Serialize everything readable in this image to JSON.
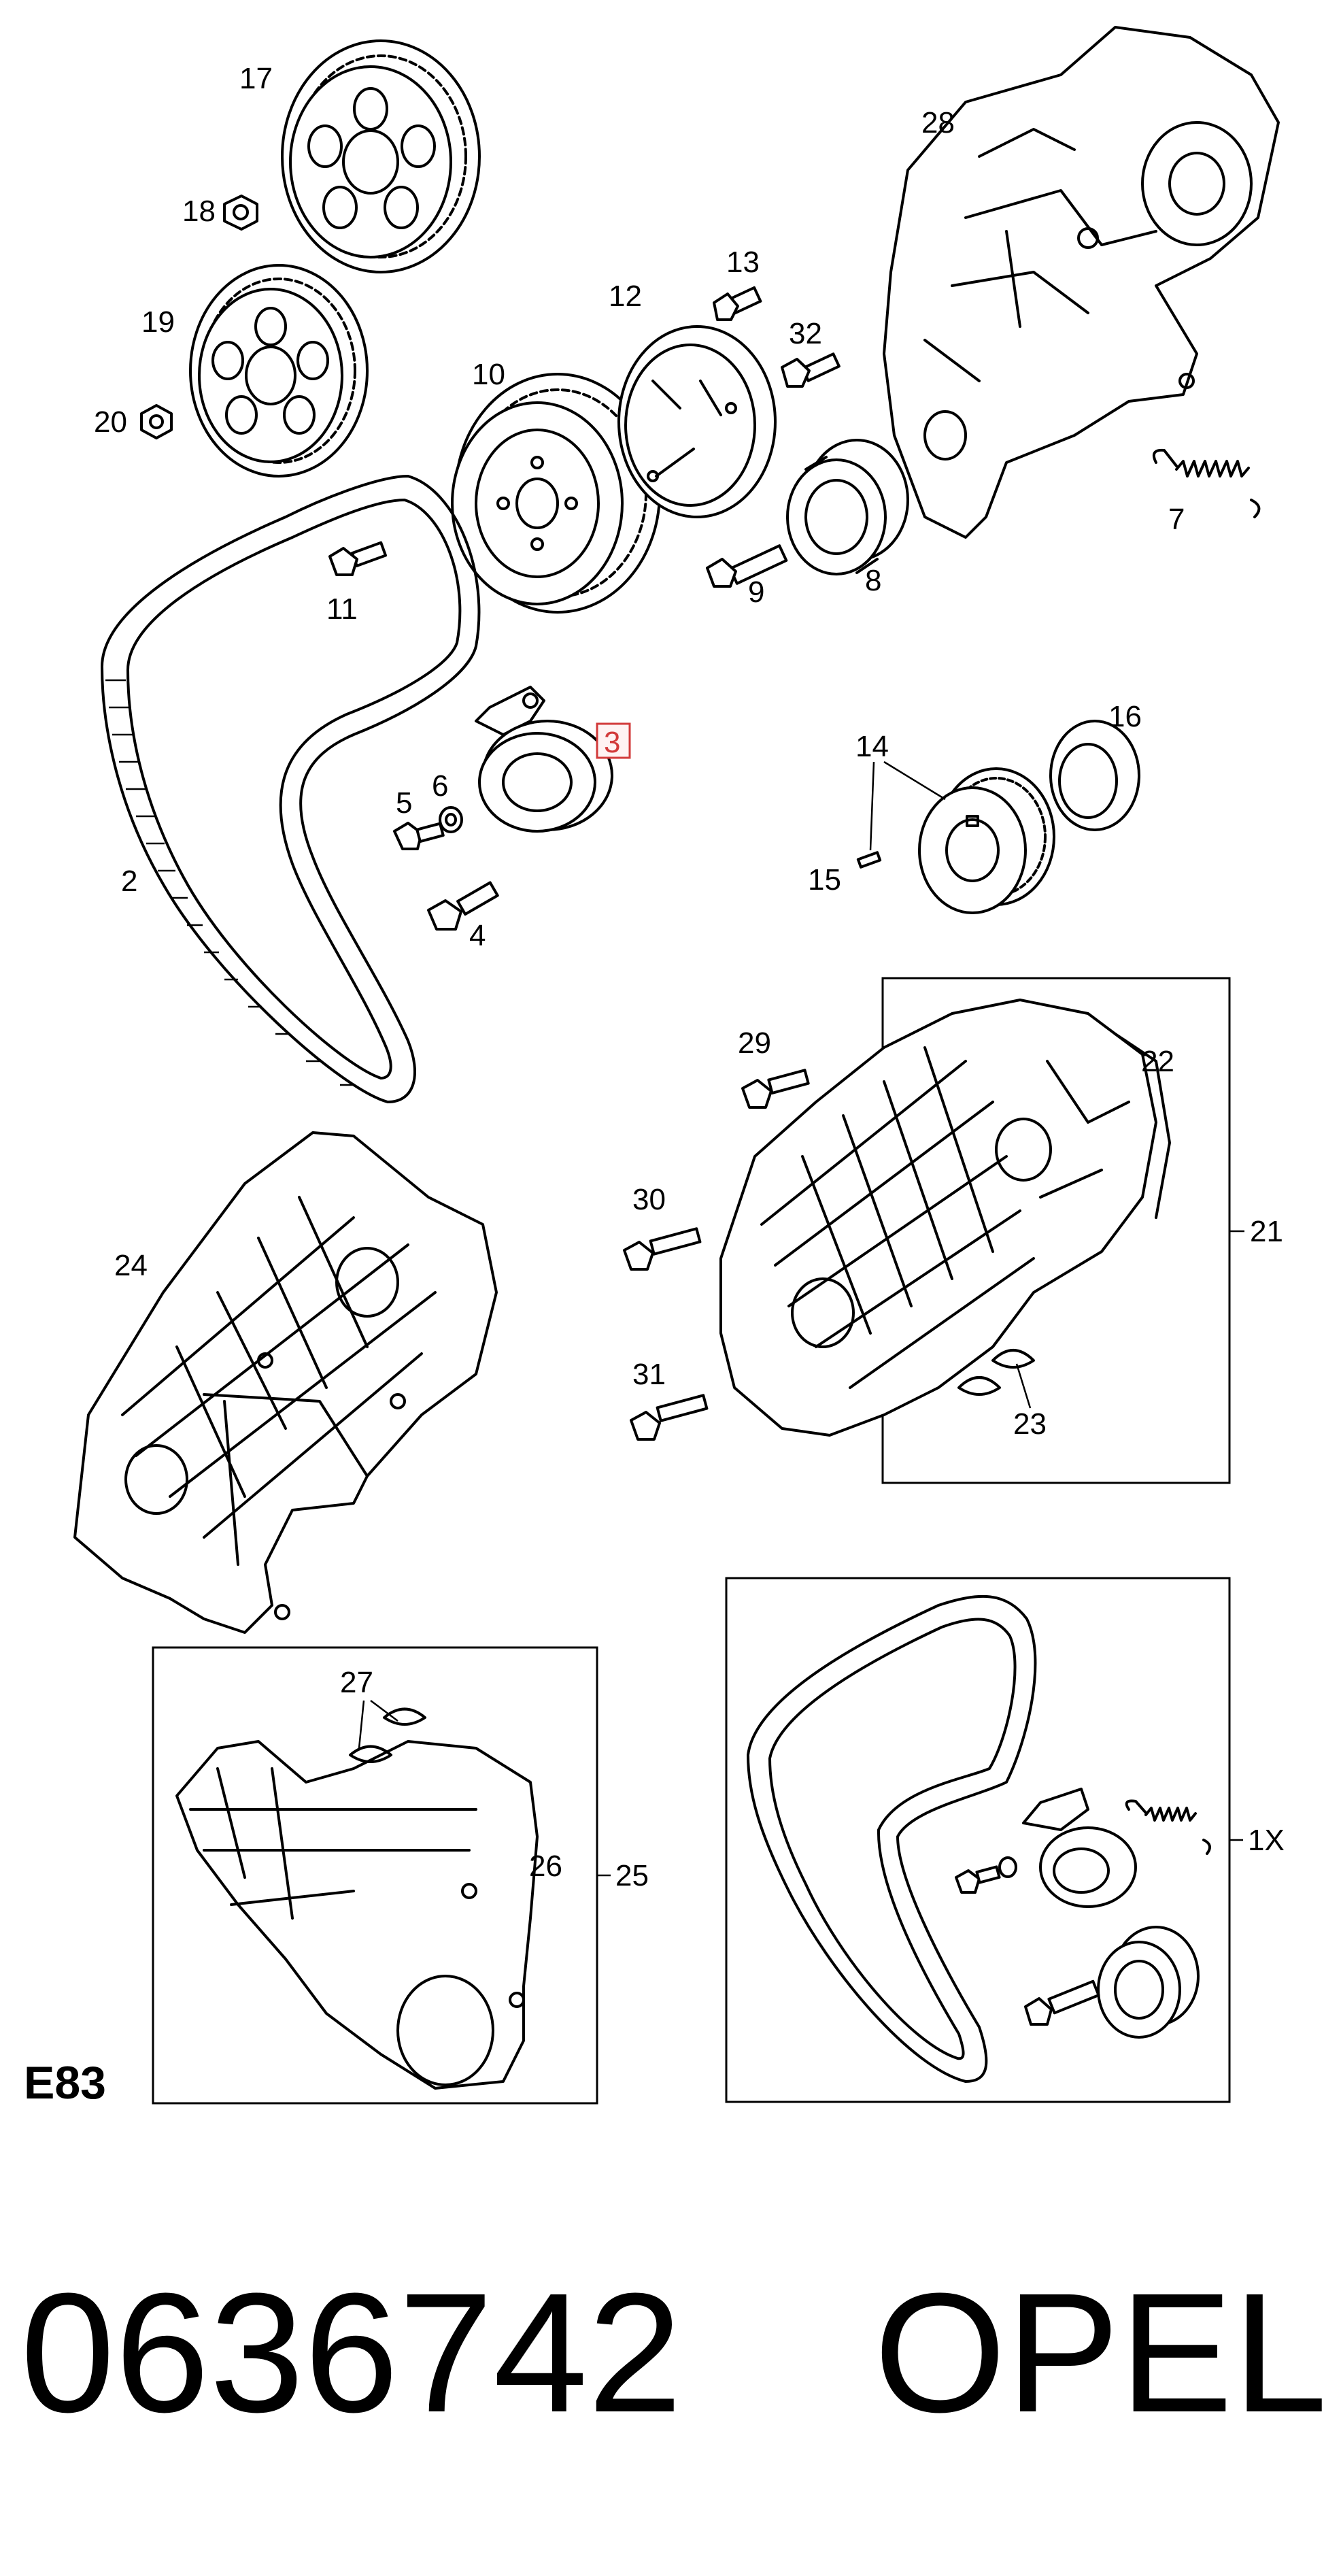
{
  "diagram": {
    "section_code": "E83",
    "part_number": "0636742",
    "brand": "OPEL",
    "highlighted_part": "3",
    "callouts": {
      "p1x": "1X",
      "p2": "2",
      "p3": "3",
      "p4": "4",
      "p5": "5",
      "p6": "6",
      "p7": "7",
      "p8": "8",
      "p9": "9",
      "p10": "10",
      "p11": "11",
      "p12": "12",
      "p13": "13",
      "p14": "14",
      "p15": "15",
      "p16": "16",
      "p17": "17",
      "p18": "18",
      "p19": "19",
      "p20": "20",
      "p21": "21",
      "p22": "22",
      "p23": "23",
      "p24": "24",
      "p25": "25",
      "p26": "26",
      "p27": "27",
      "p28": "28",
      "p29": "29",
      "p30": "30",
      "p31": "31",
      "p32": "32"
    },
    "colors": {
      "highlight": "#d23a3a",
      "ink": "#000000",
      "background": "#ffffff"
    }
  }
}
